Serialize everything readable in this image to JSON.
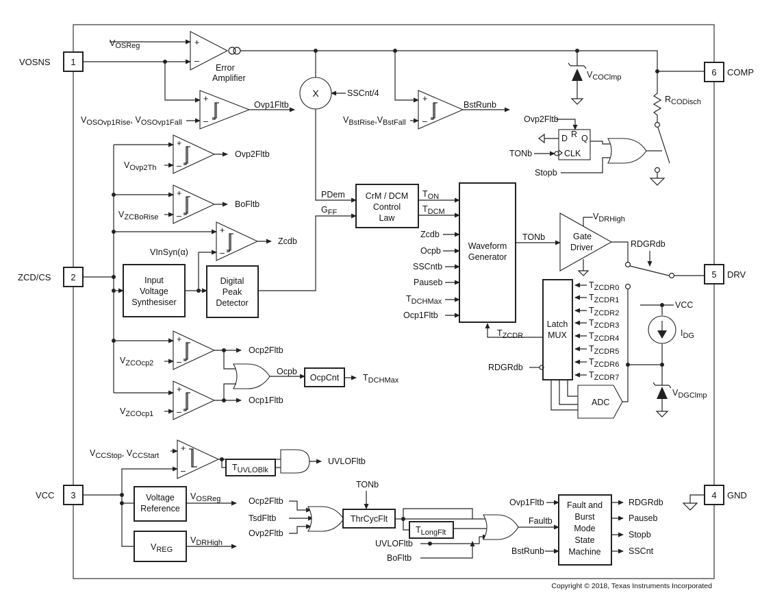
{
  "pins": {
    "vosns": {
      "num": "1",
      "name": "VOSNS"
    },
    "zcdcs": {
      "num": "2",
      "name": "ZCD/CS"
    },
    "vcc": {
      "num": "3",
      "name": "VCC"
    },
    "gnd": {
      "num": "4",
      "name": "GND"
    },
    "drv": {
      "num": "5",
      "name": "DRV"
    },
    "comp": {
      "num": "6",
      "name": "COMP"
    }
  },
  "blocks": {
    "error_amp": [
      "Error",
      "Amplifier"
    ],
    "multiplier": "X",
    "crm_dcm": [
      "CrM / DCM",
      "Control",
      "Law"
    ],
    "waveform": [
      "Waveform",
      "Generator"
    ],
    "gate_driver": [
      "Gate",
      "Driver"
    ],
    "input_synth": [
      "Input",
      "Voltage",
      "Synthesiser"
    ],
    "peak_detector": [
      "Digital",
      "Peak",
      "Detector"
    ],
    "latch_mux": [
      "Latch",
      "MUX"
    ],
    "adc": "ADC",
    "ocpcnt": "OcpCnt",
    "voltage_ref": [
      "Voltage",
      "Reference"
    ],
    "vreg": {
      "main": "V",
      "sub": "REG"
    },
    "thrcycflt": "ThrCycFlt",
    "tuvloblk": {
      "main": "T",
      "sub": "UVLOBlk"
    },
    "tlongflt": {
      "main": "T",
      "sub": "LongFlt"
    },
    "fault_sm": [
      "Fault and",
      "Burst",
      "Mode",
      "State",
      "Machine"
    ],
    "ff_d": "D",
    "ff_r": "R",
    "ff_q": "Q",
    "ff_clk": "CLK"
  },
  "labels": {
    "vosreg_in": {
      "main": "V",
      "sub": "OSReg"
    },
    "vosovp": {
      "a": "V",
      "as": "OSOvp1Rise",
      "mid": ", V",
      "bs": "OSOvp1Fall"
    },
    "ovp1fltb": "Ovp1Fltb",
    "sscnt4": "SSCnt/4",
    "vbst": {
      "a": "V",
      "as": "BstRise",
      "mid": ",V",
      "bs": "BstFall"
    },
    "bstrunb": "BstRunb",
    "vcoclmp": {
      "main": "V",
      "sub": "COClmp"
    },
    "rcodisch": {
      "main": "R",
      "sub": "CODisch"
    },
    "ovp2fltb_ff": "Ovp2Fltb",
    "tonb_ff": "TONb",
    "stopb": "Stopb",
    "vovp2th": {
      "main": "V",
      "sub": "Ovp2Th"
    },
    "ovp2fltb": "Ovp2Fltb",
    "vzcborise": {
      "main": "V",
      "sub": "ZCBoRise"
    },
    "bofltb": "BoFltb",
    "vinsyn": "VInSyn(α)",
    "zcdb_out": "Zcdb",
    "pdem": "PDem",
    "gff": {
      "main": "G",
      "sub": "FF"
    },
    "ton": {
      "main": "T",
      "sub": "ON"
    },
    "tdcm": {
      "main": "T",
      "sub": "DCM"
    },
    "wg_inputs": [
      "Zcdb",
      "Ocpb",
      "SSCntb",
      "Pauseb"
    ],
    "tdchmax_in": {
      "main": "T",
      "sub": "DCHMax"
    },
    "ocp1fltb_in": "Ocp1Fltb",
    "tonb_out": "TONb",
    "vdrhigh_gd": {
      "main": "V",
      "sub": "DRHigh"
    },
    "rdgrdb_sw": "RDGRdb",
    "tzcdr": [
      {
        "main": "T",
        "sub": "ZCDR0"
      },
      {
        "main": "T",
        "sub": "ZCDR1"
      },
      {
        "main": "T",
        "sub": "ZCDR2"
      },
      {
        "main": "T",
        "sub": "ZCDR3"
      },
      {
        "main": "T",
        "sub": "ZCDR4"
      },
      {
        "main": "T",
        "sub": "ZCDR5"
      },
      {
        "main": "T",
        "sub": "ZCDR6"
      },
      {
        "main": "T",
        "sub": "ZCDR7"
      }
    ],
    "tzcdr_out": {
      "main": "T",
      "sub": "ZCDR"
    },
    "rdgrdb_mux": "RDGRdb",
    "vcc_top": "VCC",
    "idg": {
      "main": "I",
      "sub": "DG"
    },
    "vdgclmp": {
      "main": "V",
      "sub": "DGClmp"
    },
    "vzcocp2": {
      "main": "V",
      "sub": "ZCOcp2"
    },
    "ocp2fltb": "Ocp2Fltb",
    "ocpb": "Ocpb",
    "tdchmax_out": {
      "main": "T",
      "sub": "DCHMax"
    },
    "vzcocp1": {
      "main": "V",
      "sub": "ZCOcp1"
    },
    "ocp1fltb": "Ocp1Fltb",
    "vccstop": {
      "a": "V",
      "as": "CCStop",
      "mid": ", V",
      "bs": "CCStart"
    },
    "uvlofltb": "UVLOFltb",
    "vosreg_out": {
      "main": "V",
      "sub": "OSReg"
    },
    "vdrhigh_out": {
      "main": "V",
      "sub": "DRHigh"
    },
    "tonb_top": "TONb",
    "fault_ins": [
      "Ocp2Fltb",
      "TsdFltb",
      "Ovp2Fltb"
    ],
    "faultb": "Faultb",
    "uvlofltb_in": "UVLOFltb",
    "bofltb_in": "BoFltb",
    "ovp1fltb_sm": "Ovp1Fltb",
    "bstrunb_sm": "BstRunb",
    "sm_outs": [
      "RDGRdb",
      "Pauseb",
      "Stopb",
      "SSCnt"
    ],
    "copyright": "Copyright © 2018, Texas Instruments Incorporated"
  }
}
